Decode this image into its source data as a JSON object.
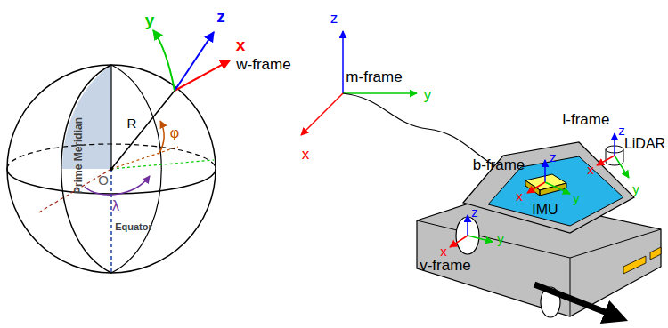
{
  "diagram": {
    "labels": [
      "y",
      "z",
      "x",
      "w-frame",
      "R",
      "φ",
      "O",
      "λ",
      "Prime Meridian",
      "Equator",
      "z",
      "m-frame",
      "y",
      "x",
      "l-frame",
      "z",
      "LiDAR",
      "y",
      "b-frame",
      "z",
      "x",
      "y",
      "IMU",
      "x",
      "z",
      "x",
      "y",
      "v-frame"
    ]
  }
}
